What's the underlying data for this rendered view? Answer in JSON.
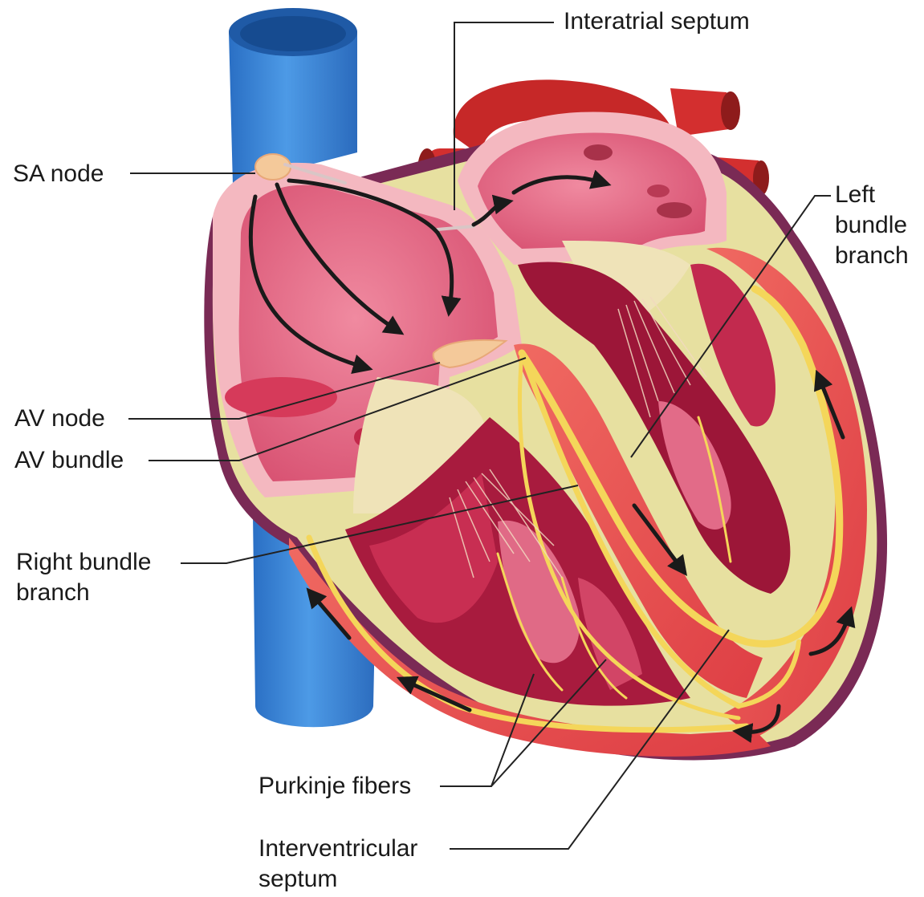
{
  "labels": {
    "interatrial_septum": "Interatrial septum",
    "sa_node": "SA node",
    "left_bundle_branch": [
      "Left",
      "bundle",
      "branch"
    ],
    "av_node": "AV node",
    "av_bundle": "AV bundle",
    "right_bundle_branch": [
      "Right bundle",
      "branch"
    ],
    "purkinje_fibers": "Purkinje fibers",
    "interventricular_septum": [
      "Interventricular",
      "septum"
    ]
  },
  "colors": {
    "vena_cava": "#3b86d8",
    "aorta": "#cc2222",
    "myocardium": "#e8504e",
    "atrial_wall": "#f2b8bf",
    "chamber_interior": "#c93a5a",
    "conduction_fibers": "#f4d65a",
    "node": "#f4c99a",
    "leader_line": "#222222",
    "arrow": "#1a1a1a"
  }
}
